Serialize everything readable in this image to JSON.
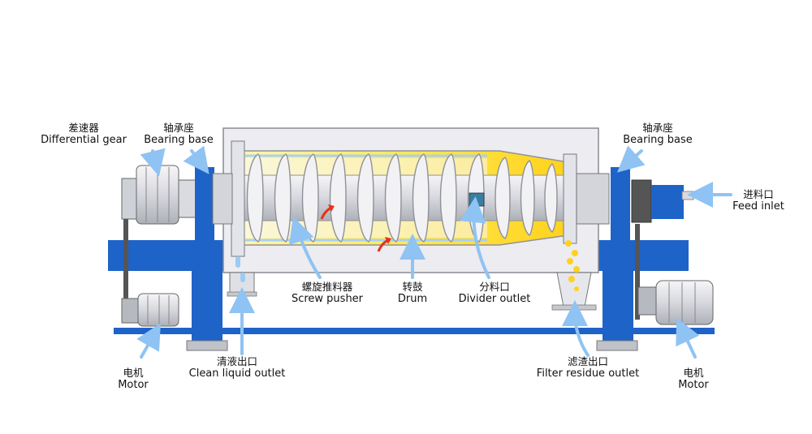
{
  "labels": {
    "differential_gear": {
      "zh": "差速器",
      "en": "Differential gear"
    },
    "bearing_base_left": {
      "zh": "轴承座",
      "en": "Bearing base"
    },
    "bearing_base_right": {
      "zh": "轴承座",
      "en": "Bearing base"
    },
    "feed_inlet": {
      "zh": "进料口",
      "en": "Feed inlet"
    },
    "screw_pusher": {
      "zh": "螺旋推料器",
      "en": "Screw pusher"
    },
    "drum": {
      "zh": "转鼓",
      "en": "Drum"
    },
    "divider_outlet": {
      "zh": "分料口",
      "en": "Divider outlet"
    },
    "motor_left": {
      "zh": "电机",
      "en": "Motor"
    },
    "clean_liquid_outlet": {
      "zh": "清液出口",
      "en": "Clean liquid outlet"
    },
    "filter_residue_outlet": {
      "zh": "滤渣出口",
      "en": "Filter residue outlet"
    },
    "motor_right": {
      "zh": "电机",
      "en": "Motor"
    }
  },
  "colors": {
    "frame_blue": "#1e63c8",
    "housing_gray": "#e9e9ee",
    "slurry_yellow": "#ffe45a",
    "arrow_light_blue": "#8fc3f3",
    "flow_red": "#e5331b"
  }
}
